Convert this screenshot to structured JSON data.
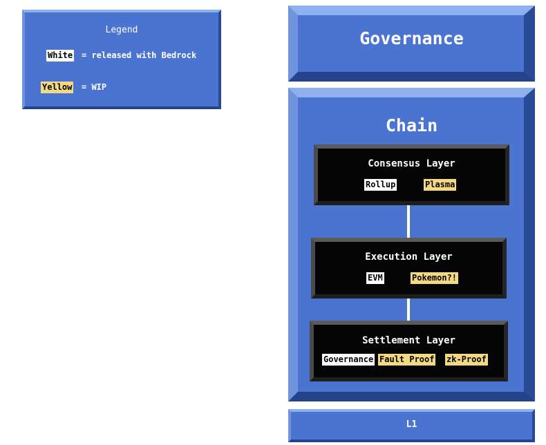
{
  "legend": {
    "title": "Legend",
    "items": [
      {
        "tag": "White",
        "description": "= released with Bedrock",
        "color": "#ffffff"
      },
      {
        "tag": "Yellow",
        "description": "= WIP",
        "color": "#f4d983"
      }
    ]
  },
  "governance": {
    "title": "Governance"
  },
  "chain": {
    "title": "Chain",
    "layers": [
      {
        "title": "Consensus Layer",
        "tags": [
          {
            "label": "Rollup",
            "status": "white"
          },
          {
            "label": "Plasma",
            "status": "yellow"
          }
        ]
      },
      {
        "title": "Execution Layer",
        "tags": [
          {
            "label": "EVM",
            "status": "white"
          },
          {
            "label": "Pokemon?!",
            "status": "yellow"
          }
        ]
      },
      {
        "title": "Settlement Layer",
        "tags": [
          {
            "label": "Governance",
            "status": "white"
          },
          {
            "label": "Fault Proof",
            "status": "yellow"
          },
          {
            "label": "zk-Proof",
            "status": "yellow"
          }
        ]
      }
    ]
  },
  "l1": {
    "title": "L1"
  },
  "colors": {
    "panel": "#4a74d0",
    "released": "#ffffff",
    "wip": "#f4d983",
    "layer": "#050505"
  }
}
